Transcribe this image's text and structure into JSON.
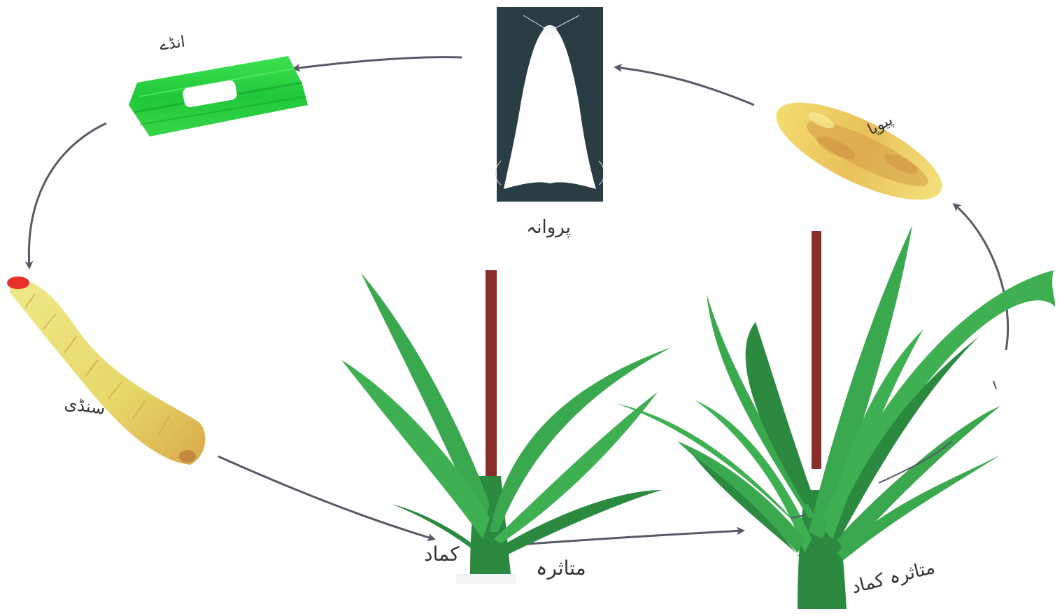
{
  "labels": {
    "eggs": "انڈے",
    "moth": "پروانہ",
    "pupa": "پیوپا",
    "larva": "سنڈی",
    "sugarcane": "کماد",
    "affected": "متاثرہ",
    "affected_sugarcane": "متاثرہ کماد"
  },
  "colors": {
    "arrow": "#555a66",
    "leaf": "#3aa84e",
    "leaf_dark": "#2c8a40",
    "stem": "#8a2d2a",
    "egg_leaf": "#22d43a",
    "larva_body": "#e8e27a",
    "larva_head": "#e8302a",
    "pupa_body": "#f0d86a",
    "pupa_spots": "#c98a3a",
    "moth_bg": "#2a3d45",
    "moth_wing": "#ffffff"
  },
  "icons": [
    "egg-leaf-icon",
    "moth-icon",
    "pupa-icon",
    "larva-icon",
    "healthy-sugarcane-icon",
    "infested-sugarcane-icon"
  ]
}
